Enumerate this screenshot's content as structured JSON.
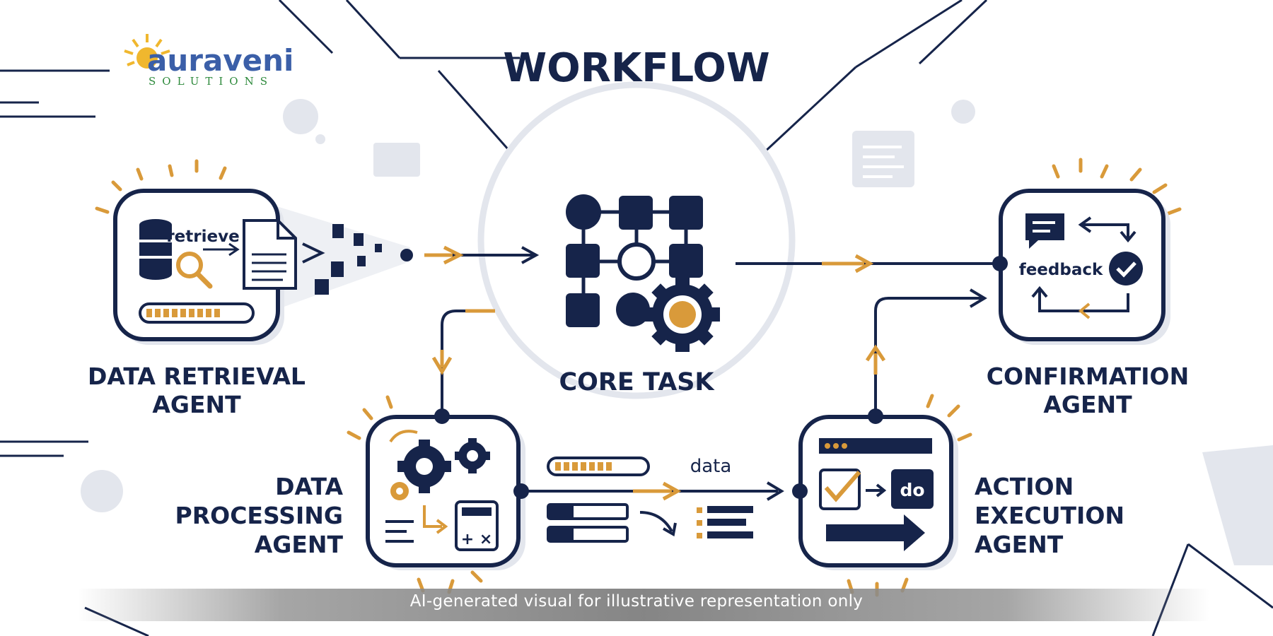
{
  "brand": {
    "name": "auraveni",
    "tagline": "SOLUTIONS"
  },
  "title": "WORKFLOW",
  "nodes": {
    "core": {
      "label": "CORE TASK"
    },
    "retrieval": {
      "line1": "DATA RETRIEVAL",
      "line2": "AGENT",
      "tag": "retrieve"
    },
    "confirmation": {
      "line1": "CONFIRMATION",
      "line2": "AGENT",
      "tag": "feedback"
    },
    "processing": {
      "line1": "DATA",
      "line2": "PROCESSING",
      "line3": "AGENT"
    },
    "execution": {
      "line1": "ACTION",
      "line2": "EXECUTION",
      "line3": "AGENT",
      "tag": "do"
    }
  },
  "connectors": {
    "data_label": "data"
  },
  "caption": "AI-generated visual for illustrative representation only",
  "colors": {
    "navy": "#16244a",
    "accent": "#d99a3a",
    "light": "#e3e6ed"
  }
}
